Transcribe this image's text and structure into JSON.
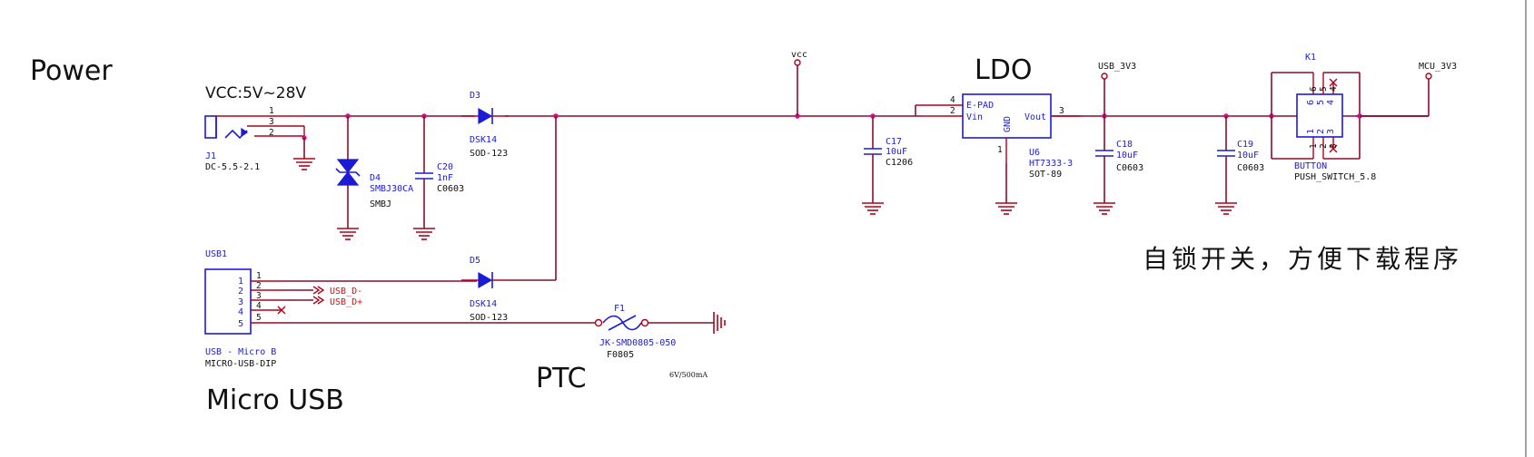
{
  "sections": {
    "power": "Power",
    "ldo": "LDO",
    "micro_usb": "Micro USB",
    "ptc": "PTC"
  },
  "note": "自锁开关，方便下载程序",
  "input_range": "VCC:5V~28V",
  "nets": {
    "vcc": "vcc",
    "usb_3v3": "USB_3V3",
    "mcu_3v3": "MCU_3V3",
    "usb_dm": "USB_D-",
    "usb_dp": "USB_D+"
  },
  "components": {
    "j1": {
      "designator": "J1",
      "value": "DC-5.5-2.1",
      "pins": [
        "1",
        "3",
        "2"
      ]
    },
    "d4": {
      "designator": "D4",
      "value": "SMBJ30CA",
      "footprint": "SMBJ"
    },
    "c20": {
      "designator": "C20",
      "value": "1nF",
      "footprint": "C0603"
    },
    "d3": {
      "designator": "D3",
      "value": "DSK14",
      "footprint": "SOD-123"
    },
    "c17": {
      "designator": "C17",
      "value": "10uF",
      "footprint": "C1206"
    },
    "u6": {
      "designator": "U6",
      "value": "HT7333-3",
      "footprint": "SOT-89",
      "pin_labels": {
        "epad": "E-PAD",
        "vin": "Vin",
        "gnd": "GND",
        "vout": "Vout"
      },
      "pin_numbers": {
        "epad": "4",
        "vin": "2",
        "gnd": "1",
        "vout": "3"
      }
    },
    "c18": {
      "designator": "C18",
      "value": "10uF",
      "footprint": "C0603"
    },
    "c19": {
      "designator": "C19",
      "value": "10uF",
      "footprint": "C0603"
    },
    "k1": {
      "designator": "K1",
      "value": "BUTTON",
      "footprint": "PUSH_SWITCH_5.8",
      "pins": [
        "1",
        "2",
        "3",
        "4",
        "5",
        "6"
      ]
    },
    "usb1": {
      "designator": "USB1",
      "value": "USB - Micro B",
      "footprint": "MICRO-USB-DIP",
      "pins": [
        "1",
        "2",
        "3",
        "4",
        "5"
      ]
    },
    "d5": {
      "designator": "D5",
      "value": "DSK14",
      "footprint": "SOD-123"
    },
    "f1": {
      "designator": "F1",
      "value": "JK-SMD0805-050",
      "footprint": "F0805",
      "rating": "6V/500mA"
    }
  },
  "colors": {
    "wire": "#8b0d2e",
    "component": "#1b1bd6",
    "junction": "#d0108a",
    "power_port": "#b2001a",
    "text": "#111111"
  }
}
